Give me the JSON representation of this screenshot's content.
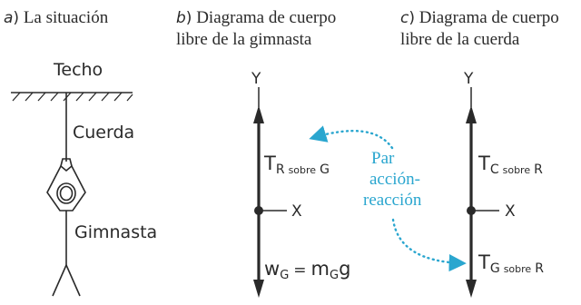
{
  "panels": {
    "a": {
      "letter": "a",
      "title": "La situación"
    },
    "b": {
      "letter": "b",
      "title_line1": "Diagrama de cuerpo",
      "title_line2": "libre de la gimnasta"
    },
    "c": {
      "letter": "c",
      "title_line1": "Diagrama de cuerpo",
      "title_line2": "libre de la cuerda"
    }
  },
  "situation": {
    "ceiling": "Techo",
    "rope": "Cuerda",
    "gymnast": "Gimnasta"
  },
  "gymnast_fbd": {
    "y_axis": "Y",
    "x_axis": "X",
    "upper_force": {
      "symbol": "T",
      "sub_main": "R",
      "sub_word": "sobre",
      "sub_end": "G"
    },
    "weight": {
      "symbol": "w",
      "sub": "G",
      "equals": "=",
      "mass": "m",
      "mass_sub": "G",
      "g": "g"
    }
  },
  "rope_fbd": {
    "y_axis": "Y",
    "x_axis": "X",
    "upper_force": {
      "symbol": "T",
      "sub_main": "C",
      "sub_word": "sobre",
      "sub_end": "R"
    },
    "lower_force": {
      "symbol": "T",
      "sub_main": "G",
      "sub_word": "sobre",
      "sub_end": "R"
    }
  },
  "pair_label": {
    "line1": "Par",
    "line2": "acción-",
    "line3": "reacción"
  },
  "colors": {
    "ink": "#2a2a2a",
    "pair": "#2aa6cf"
  }
}
